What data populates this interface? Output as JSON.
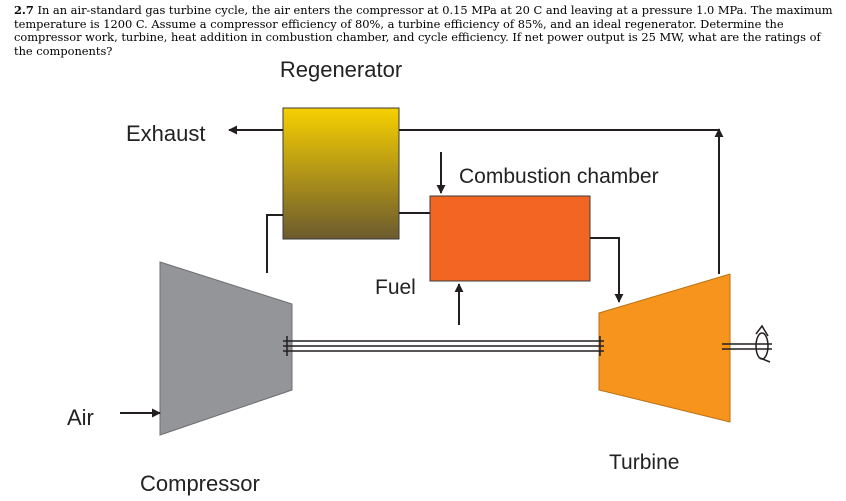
{
  "problem": {
    "number": "2.7",
    "text": "In an air-standard gas turbine cycle, the air enters the compressor at 0.15 MPa at 20 C and leaving at a pressure 1.0 MPa. The maximum temperature is 1200 C. Assume a compressor efficiency of 80%, a turbine efficiency of 85%, and an ideal regenerator. Determine the compressor work, turbine, heat addition in combustion chamber, and cycle efficiency. If net power output is 25 MW, what are the ratings of the components?"
  },
  "diagram": {
    "labels": {
      "regenerator": "Regenerator",
      "exhaust": "Exhaust",
      "combustion_chamber": "Combustion chamber",
      "fuel": "Fuel",
      "air": "Air",
      "compressor": "Compressor",
      "turbine": "Turbine"
    },
    "colors": {
      "regenerator_top": "#f7d000",
      "regenerator_bottom": "#6b5a2e",
      "combustion_chamber": "#f26522",
      "compressor": "#939598",
      "turbine": "#f7941d",
      "lines": "#231f20"
    }
  }
}
